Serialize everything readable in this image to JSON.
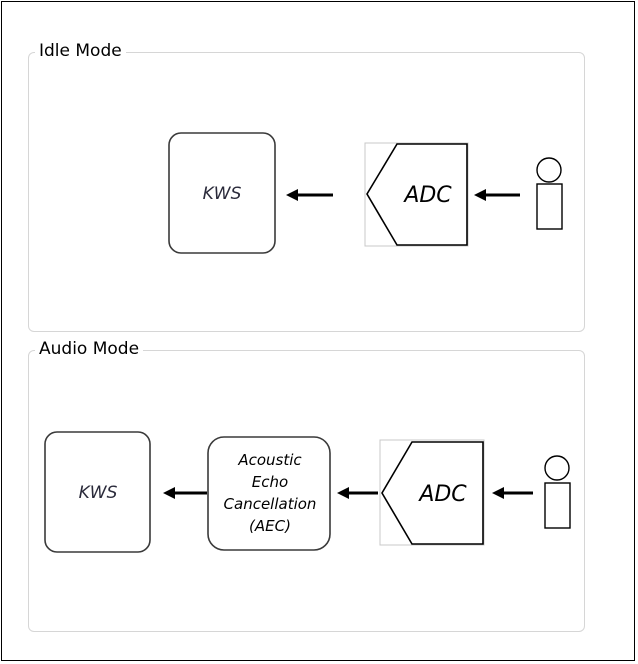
{
  "idle_mode": {
    "title": "Idle Mode",
    "kws_label": "KWS",
    "adc_label": "ADC"
  },
  "audio_mode": {
    "title": "Audio Mode",
    "kws_label": "KWS",
    "aec_lines": [
      "Acoustic",
      "Echo",
      "Cancellation",
      "(AEC)"
    ],
    "adc_label": "ADC"
  }
}
